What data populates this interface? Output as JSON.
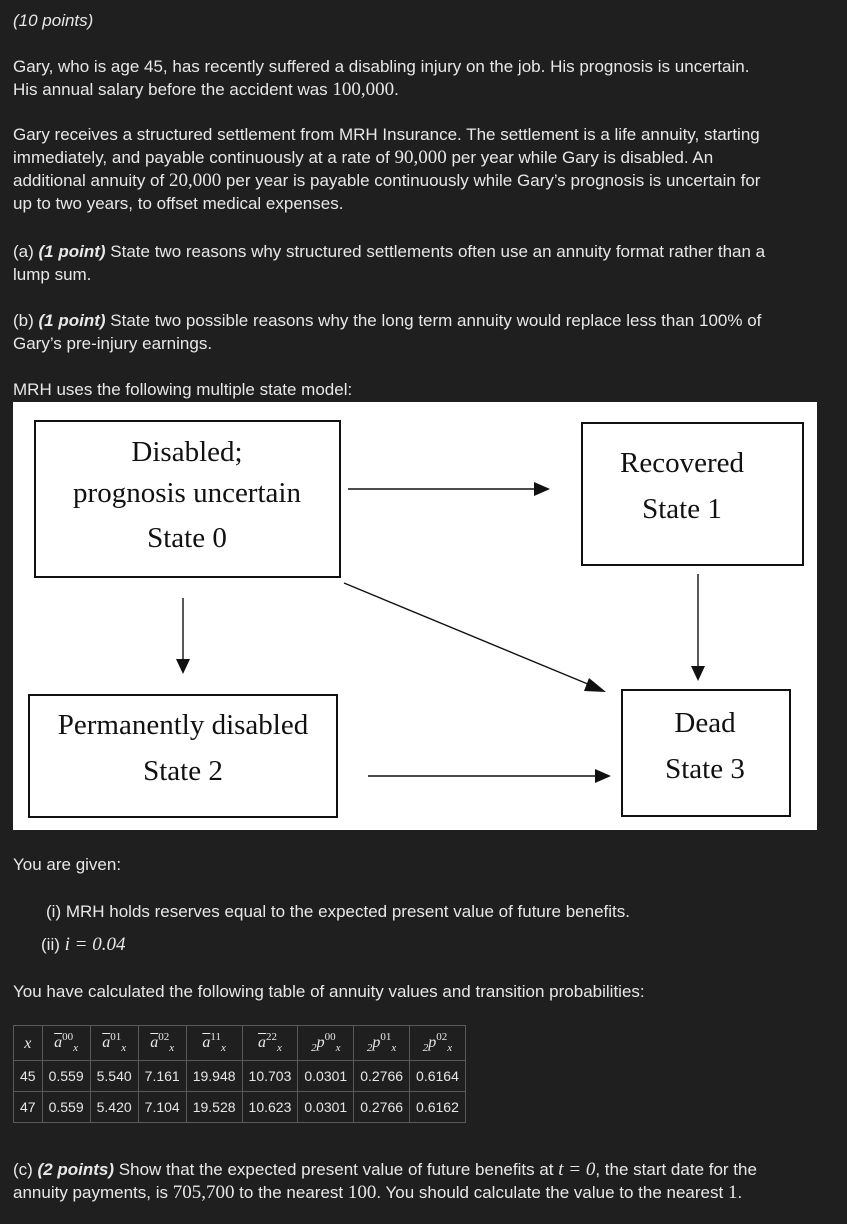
{
  "points_label": "(10 points)",
  "intro": {
    "line1": "Gary, who is age 45, has recently suffered a disabling injury on the job. His prognosis is uncertain.",
    "line2_pre": "His annual salary before the accident was ",
    "salary": "100,000",
    "line2_post": "."
  },
  "settlement": {
    "l1": "Gary receives a structured settlement from MRH Insurance. The settlement is a life annuity, starting",
    "l2_pre": "immediately, and payable continuously at a rate of ",
    "rate1": "90,000",
    "l2_post": " per year while Gary is disabled. An",
    "l3_pre": "additional annuity of ",
    "rate2": "20,000",
    "l3_post": " per year is payable continuously while Gary’s prognosis is uncertain for",
    "l4": "up to two years, to offset medical expenses."
  },
  "part_a": {
    "label": "(a) ",
    "points": "(1 point)",
    "l1": " State two reasons why structured settlements often use an annuity format rather than a",
    "l2": "lump sum."
  },
  "part_b": {
    "label": "(b) ",
    "points": "(1 point)",
    "l1": " State two possible reasons why the long term annuity would replace less than 100% of",
    "l2": "Gary’s pre-injury earnings."
  },
  "model_intro": "MRH uses the following multiple state model:",
  "diagram": {
    "state0": [
      "Disabled;",
      "prognosis uncertain",
      "State 0"
    ],
    "state1": [
      "Recovered",
      "State 1"
    ],
    "state2": [
      "Permanently disabled",
      "State 2"
    ],
    "state3": [
      "Dead",
      "State 3"
    ]
  },
  "given_intro": "You are given:",
  "given": {
    "i": "(i) MRH holds reserves equal to the expected present value of future benefits.",
    "ii_label": "(ii) ",
    "ii_math": "i = 0.04"
  },
  "table_intro": "You have calculated the following table of annuity values and transition probabilities:",
  "table": {
    "headers": [
      {
        "base": "x",
        "sup": "",
        "sub": ""
      },
      {
        "base": "a",
        "sup": "00",
        "sub": "x"
      },
      {
        "base": "a",
        "sup": "01",
        "sub": "x"
      },
      {
        "base": "a",
        "sup": "02",
        "sub": "x"
      },
      {
        "base": "a",
        "sup": "11",
        "sub": "x"
      },
      {
        "base": "a",
        "sup": "22",
        "sub": "x"
      },
      {
        "base": "p",
        "sup": "00",
        "sub": "x"
      },
      {
        "base": "p",
        "sup": "01",
        "sub": "x"
      },
      {
        "base": "p",
        "sup": "02",
        "sub": "x"
      }
    ],
    "rows": [
      [
        "45",
        "0.559",
        "5.540",
        "7.161",
        "19.948",
        "10.703",
        "0.0301",
        "0.2766",
        "0.6164"
      ],
      [
        "47",
        "0.559",
        "5.420",
        "7.104",
        "19.528",
        "10.623",
        "0.0301",
        "0.2766",
        "0.6162"
      ]
    ]
  },
  "part_c": {
    "label": "(c) ",
    "points": "(2 points)",
    "l1_pre": " Show that the expected present value of future benefits at ",
    "l1_math": "t = 0",
    "l1_post": ", the start date for the",
    "l2_pre": "annuity payments, is ",
    "value": "705,700",
    "l2_mid": " to the nearest ",
    "n1": "100",
    "l2_mid2": ". You should calculate the value to the nearest ",
    "n2": "1",
    "l2_post": "."
  }
}
